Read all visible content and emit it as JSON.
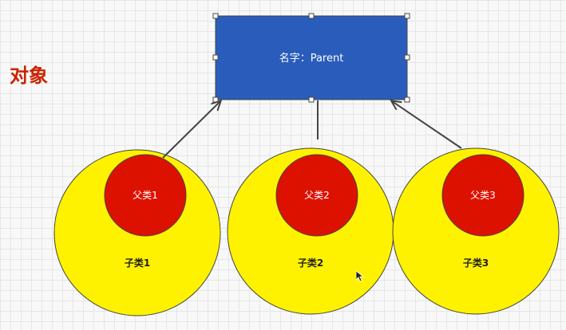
{
  "side_title": "对象",
  "parent_box": {
    "label": "名字：Parent"
  },
  "children": [
    {
      "outer_label": "子类1",
      "inner_label": "父类1"
    },
    {
      "outer_label": "子类2",
      "inner_label": "父类2"
    },
    {
      "outer_label": "子类3",
      "inner_label": "父类3"
    }
  ],
  "colors": {
    "background": "#f8f8f8",
    "grid": "#e6e6e6",
    "side_title": "#cc2200",
    "parent_fill": "#2a5cbc",
    "parent_text": "#ffffff",
    "outer_fill": "#fff200",
    "inner_fill": "#dd1100",
    "inner_text": "#ffffff",
    "outer_text": "#222222",
    "stroke": "#444444",
    "arrow": "#444444"
  }
}
